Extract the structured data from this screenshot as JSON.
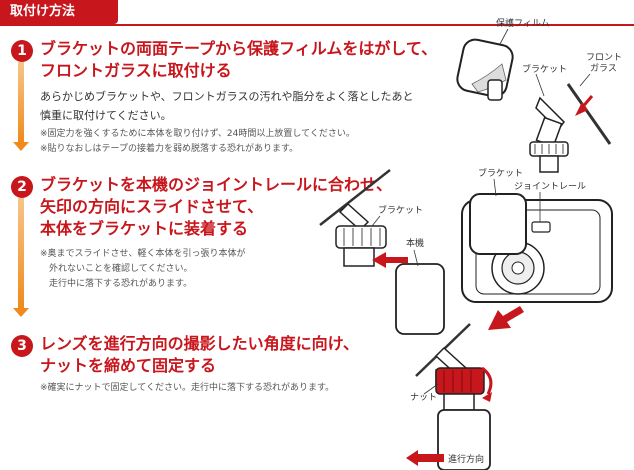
{
  "section": {
    "title": "取付け方法"
  },
  "steps": [
    {
      "number": "1",
      "heading": "ブラケットの両面テープから保護フィルムをはがして、\nフロントガラスに取付ける",
      "description": "あらかじめブラケットや、フロントガラスの汚れや脂分をよく落としたあと\n慎重に取付けてください。",
      "notes": "※固定力を強くするために本体を取り付けず、24時間以上放置してください。\n※貼りなおしはテープの接着力を弱め脱落する恐れがあります。",
      "labels": {
        "film": "保護フィルム",
        "bracket": "ブラケット",
        "glass": "フロント\nガラス"
      }
    },
    {
      "number": "2",
      "heading": "ブラケットを本機のジョイントレールに合わせ、\n矢印の方向にスライドさせて、\n本体をブラケットに装着する",
      "notes": "※奥までスライドさせ、軽く本体を引っ張り本体が\n　外れないことを確認してください。\n　走行中に落下する恐れがあります。",
      "labels": {
        "bracket_left": "ブラケット",
        "unit": "本機",
        "bracket_right": "ブラケット",
        "rail": "ジョイントレール"
      }
    },
    {
      "number": "3",
      "heading": "レンズを進行方向の撮影したい角度に向け、\nナットを締めて固定する",
      "notes": "※確実にナットで固定してください。走行中に落下する恐れがあります。",
      "labels": {
        "nut": "ナット",
        "direction": "進行方向"
      }
    }
  ],
  "colors": {
    "accent": "#c8161d",
    "arrow": "#f08a1c"
  }
}
